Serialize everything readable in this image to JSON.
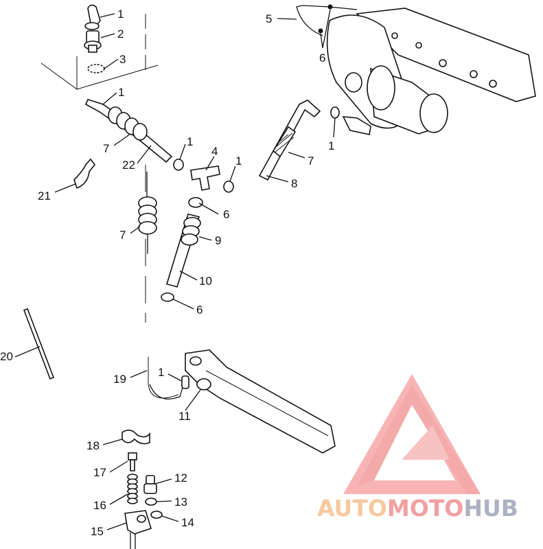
{
  "callouts": [
    {
      "id": "c1a",
      "text": "1"
    },
    {
      "id": "c2",
      "text": "2"
    },
    {
      "id": "c3",
      "text": "3"
    },
    {
      "id": "c1b",
      "text": "1"
    },
    {
      "id": "c7a",
      "text": "7"
    },
    {
      "id": "c22",
      "text": "22"
    },
    {
      "id": "c1c",
      "text": "1"
    },
    {
      "id": "c4",
      "text": "4"
    },
    {
      "id": "c1d",
      "text": "1"
    },
    {
      "id": "c21",
      "text": "21"
    },
    {
      "id": "c6a",
      "text": "6"
    },
    {
      "id": "c7b",
      "text": "7"
    },
    {
      "id": "c9",
      "text": "9"
    },
    {
      "id": "c10",
      "text": "10"
    },
    {
      "id": "c6b",
      "text": "6"
    },
    {
      "id": "c5",
      "text": "5"
    },
    {
      "id": "c6c",
      "text": "6"
    },
    {
      "id": "c1e",
      "text": "1"
    },
    {
      "id": "c7c",
      "text": "7"
    },
    {
      "id": "c8",
      "text": "8"
    },
    {
      "id": "c20",
      "text": "20"
    },
    {
      "id": "c19",
      "text": "19"
    },
    {
      "id": "c1f",
      "text": "1"
    },
    {
      "id": "c11",
      "text": "11"
    },
    {
      "id": "c18",
      "text": "18"
    },
    {
      "id": "c17",
      "text": "17"
    },
    {
      "id": "c12",
      "text": "12"
    },
    {
      "id": "c16",
      "text": "16"
    },
    {
      "id": "c13",
      "text": "13"
    },
    {
      "id": "c15",
      "text": "15"
    },
    {
      "id": "c14",
      "text": "14"
    }
  ],
  "watermark": {
    "part1": "AUTO",
    "part2": "MOTO",
    "part3": "HUB",
    "colors": {
      "auto": "#f7c9a0",
      "moto": "#f2a0a0",
      "hub": "#aeb1c2",
      "logo": "#f7a8a8"
    }
  }
}
